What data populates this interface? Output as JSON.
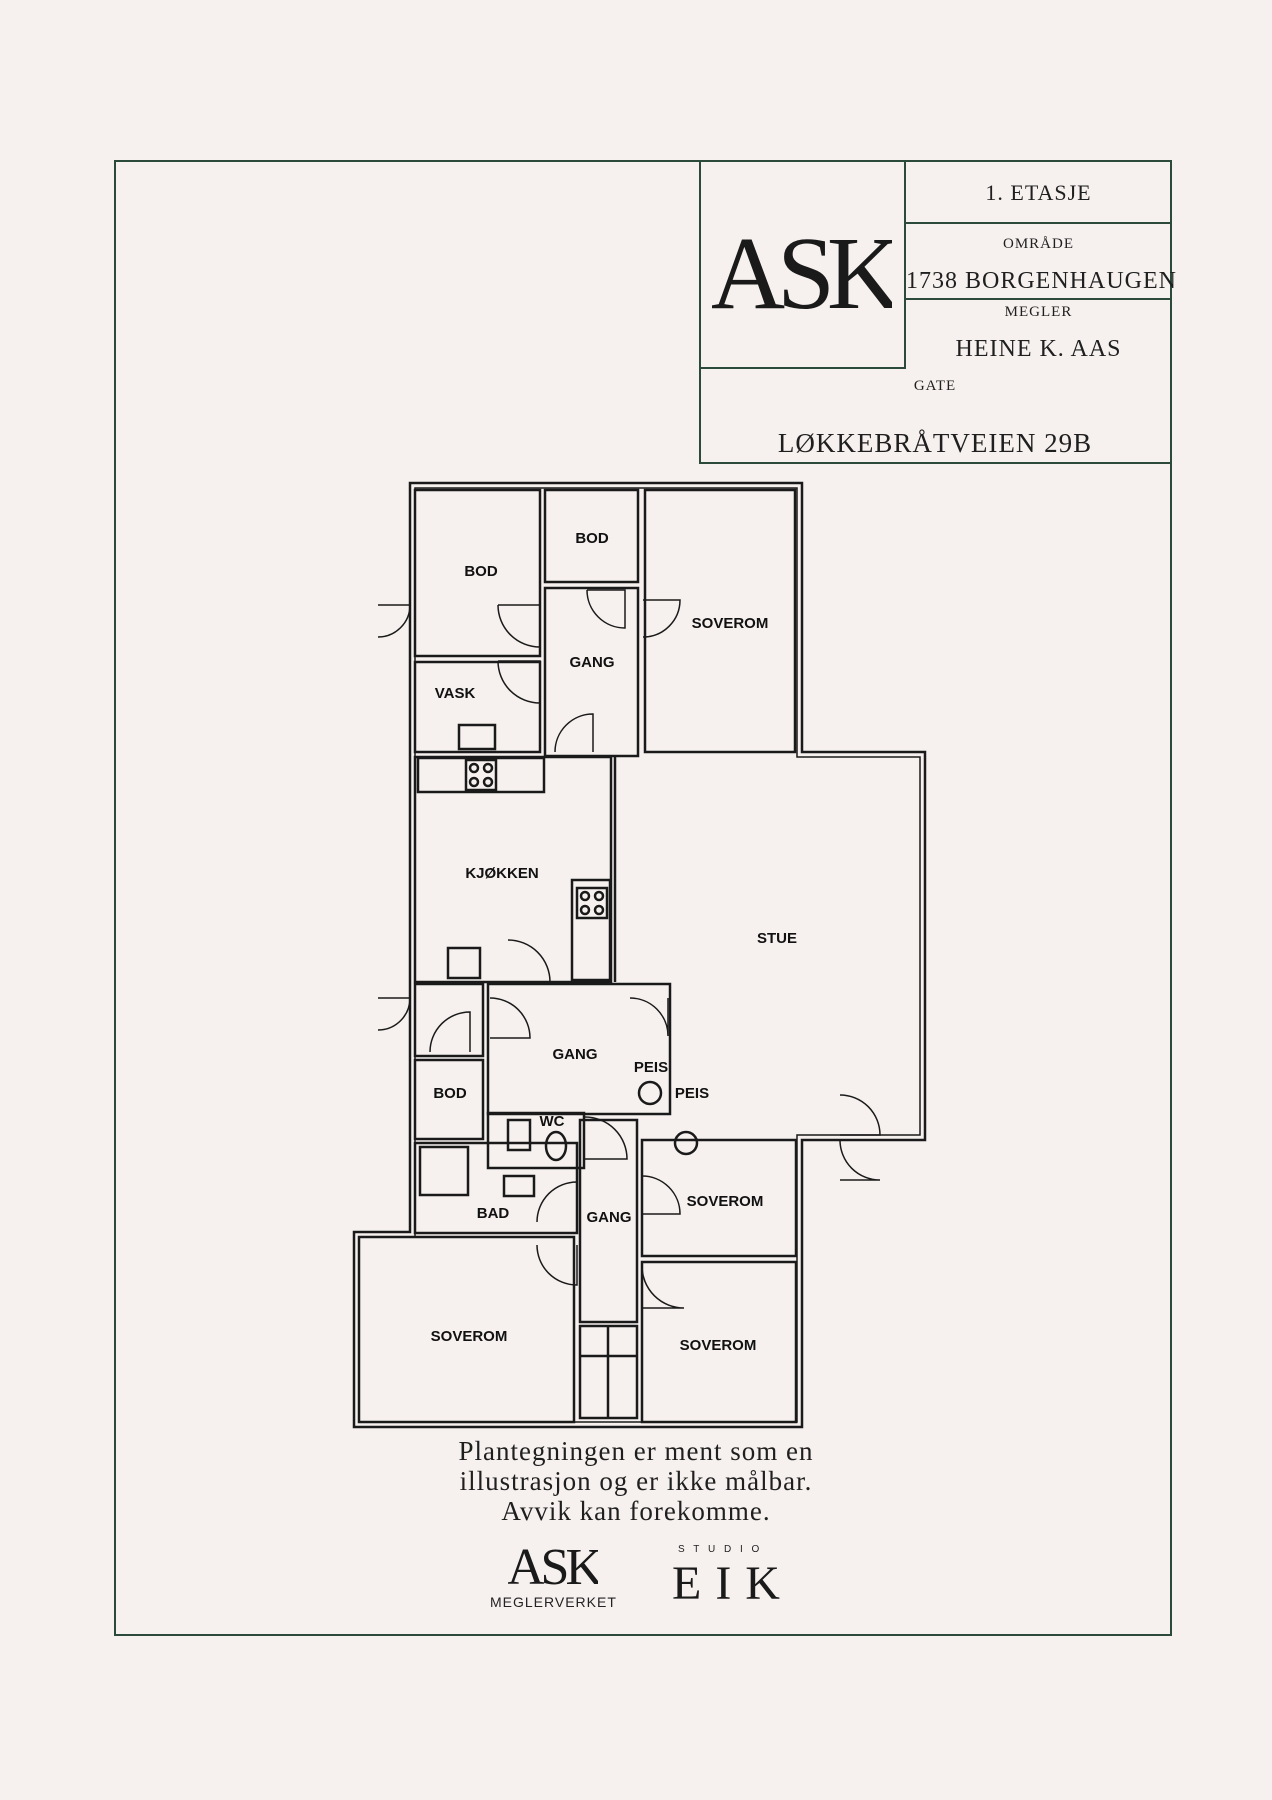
{
  "title_block": {
    "floor": "1. ETASJE",
    "area_label": "OMRÅDE",
    "area_value": "1738 BORGENHAUGEN",
    "broker_label": "MEGLER",
    "broker_value": "HEINE K. AAS",
    "street_label": "GATE",
    "street_value": "LØKKEBRÅTVEIEN 29B",
    "logo": "ASK"
  },
  "rooms": {
    "bod_1": "BOD",
    "bod_2": "BOD",
    "soverom_1": "SOVEROM",
    "gang_1": "GANG",
    "vask": "VASK",
    "kjokken": "KJØKKEN",
    "stue": "STUE",
    "gang_2": "GANG",
    "peis_1": "PEIS",
    "peis_2": "PEIS",
    "bod_3": "BOD",
    "wc": "WC",
    "bad": "BAD",
    "gang_3": "GANG",
    "soverom_2": "SOVEROM",
    "soverom_3": "SOVEROM",
    "soverom_4": "SOVEROM"
  },
  "disclaimer": {
    "line1": "Plantegningen er ment som en",
    "line2": "illustrasjon og er ikke målbar.",
    "line3": "Avvik kan forekomme."
  },
  "footer": {
    "ask_logo": "ASK",
    "ask_sub": "MEGLERVERKET",
    "studio_label": "S T U D I O",
    "studio_name": "EIK"
  },
  "colors": {
    "frame": "#2c4a3a",
    "background": "#f6f1ef",
    "ink": "#1a1a1a"
  }
}
